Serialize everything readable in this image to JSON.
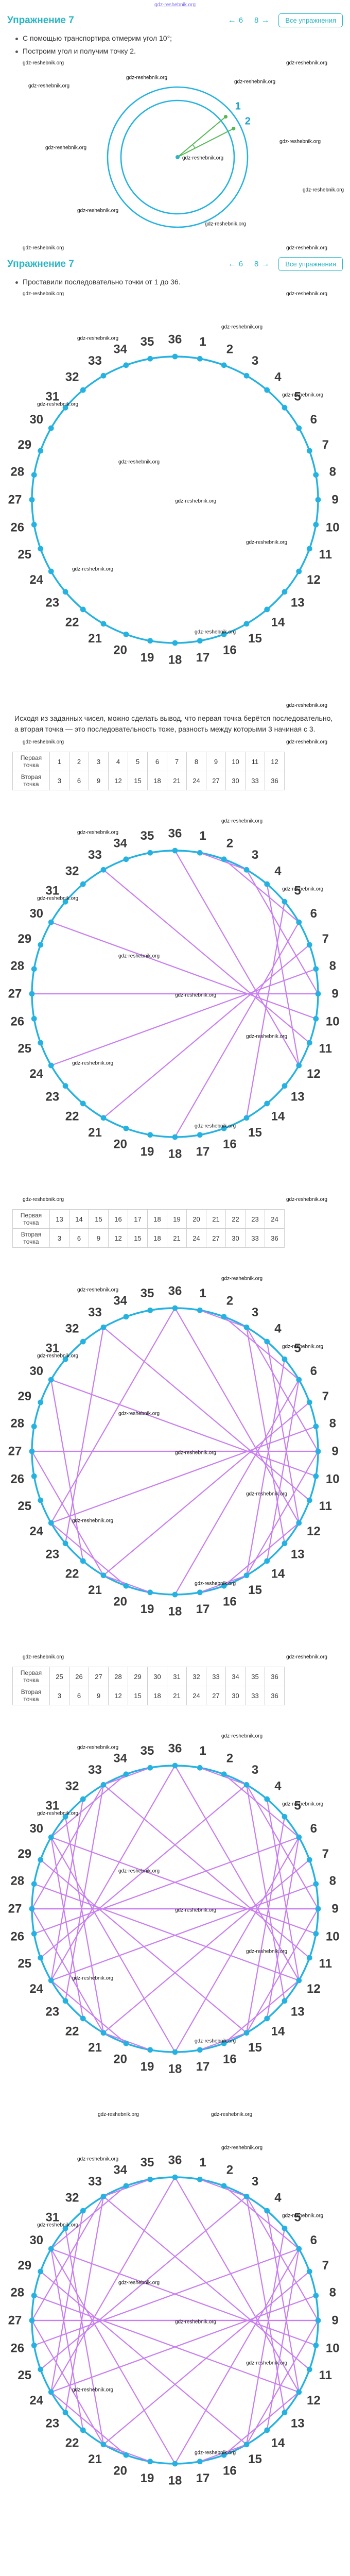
{
  "watermark": "gdz-reshebnik.org",
  "header": {
    "title": "Упражнение 7",
    "prev": "6",
    "next": "8",
    "all_exercises": "Все упражнения"
  },
  "section1": {
    "steps": [
      "С помощью транспортира отмерим угол 10°;",
      "Построим угол и получим точку 2."
    ]
  },
  "section2": {
    "step": "Проставили последовательно точки от 1 до 36.",
    "explanation": "Исходя из заданных чисел, можно сделать вывод, что первая точка берётся последовательно, а вторая точка — это последовательность тоже, разность между которыми 3 начиная с 3."
  },
  "tables": [
    {
      "row1_label": "Первая точка",
      "row2_label": "Вторая точка",
      "first": [
        1,
        2,
        3,
        4,
        5,
        6,
        7,
        8,
        9,
        10,
        11,
        12
      ],
      "second": [
        3,
        6,
        9,
        12,
        15,
        18,
        21,
        24,
        27,
        30,
        33,
        36
      ]
    },
    {
      "row1_label": "Первая точка",
      "row2_label": "Вторая точка",
      "first": [
        13,
        14,
        15,
        16,
        17,
        18,
        19,
        20,
        21,
        22,
        23,
        24
      ],
      "second": [
        3,
        6,
        9,
        12,
        15,
        18,
        21,
        24,
        27,
        30,
        33,
        36
      ]
    },
    {
      "row1_label": "Первая точка",
      "row2_label": "Вторая точка",
      "first": [
        25,
        26,
        27,
        28,
        29,
        30,
        31,
        32,
        33,
        34,
        35,
        36
      ],
      "second": [
        3,
        6,
        9,
        12,
        15,
        18,
        21,
        24,
        27,
        30,
        33,
        36
      ]
    }
  ],
  "colors": {
    "accent_teal": "#2ab5c5",
    "circle_cyan": "#25b2e0",
    "chord_purple": "#c87ef0",
    "green": "#54b954",
    "number_text": "#3a3a3a",
    "watermark_black": "#111111"
  },
  "chart_data": [
    {
      "type": "diagram",
      "subtype": "angle-construction",
      "circles": 2,
      "angle_deg": 10,
      "point_labels": [
        "1",
        "2"
      ]
    },
    {
      "type": "diagram",
      "subtype": "numbered-circle",
      "points": 36,
      "point_labels_range": [
        1,
        36
      ]
    },
    {
      "type": "diagram",
      "subtype": "chord-circle",
      "points": 36,
      "pairs": [
        [
          1,
          3
        ],
        [
          2,
          6
        ],
        [
          3,
          9
        ],
        [
          4,
          12
        ],
        [
          5,
          15
        ],
        [
          6,
          18
        ],
        [
          7,
          21
        ],
        [
          8,
          24
        ],
        [
          9,
          27
        ],
        [
          10,
          30
        ],
        [
          11,
          33
        ],
        [
          12,
          36
        ]
      ]
    },
    {
      "type": "diagram",
      "subtype": "chord-circle",
      "points": 36,
      "pairs": [
        [
          1,
          3
        ],
        [
          2,
          6
        ],
        [
          3,
          9
        ],
        [
          4,
          12
        ],
        [
          5,
          15
        ],
        [
          6,
          18
        ],
        [
          7,
          21
        ],
        [
          8,
          24
        ],
        [
          9,
          27
        ],
        [
          10,
          30
        ],
        [
          11,
          33
        ],
        [
          12,
          36
        ],
        [
          13,
          3
        ],
        [
          14,
          6
        ],
        [
          15,
          9
        ],
        [
          16,
          12
        ],
        [
          17,
          15
        ],
        [
          18,
          18
        ],
        [
          19,
          21
        ],
        [
          20,
          24
        ],
        [
          21,
          27
        ],
        [
          22,
          30
        ],
        [
          23,
          33
        ],
        [
          24,
          36
        ]
      ]
    },
    {
      "type": "diagram",
      "subtype": "chord-circle",
      "points": 36,
      "pairs": [
        [
          1,
          3
        ],
        [
          2,
          6
        ],
        [
          3,
          9
        ],
        [
          4,
          12
        ],
        [
          5,
          15
        ],
        [
          6,
          18
        ],
        [
          7,
          21
        ],
        [
          8,
          24
        ],
        [
          9,
          27
        ],
        [
          10,
          30
        ],
        [
          11,
          33
        ],
        [
          12,
          36
        ],
        [
          13,
          3
        ],
        [
          14,
          6
        ],
        [
          15,
          9
        ],
        [
          16,
          12
        ],
        [
          17,
          15
        ],
        [
          18,
          18
        ],
        [
          19,
          21
        ],
        [
          20,
          24
        ],
        [
          21,
          27
        ],
        [
          22,
          30
        ],
        [
          23,
          33
        ],
        [
          24,
          36
        ],
        [
          25,
          3
        ],
        [
          26,
          6
        ],
        [
          27,
          9
        ],
        [
          28,
          12
        ],
        [
          29,
          15
        ],
        [
          30,
          18
        ],
        [
          31,
          21
        ],
        [
          32,
          24
        ],
        [
          33,
          27
        ],
        [
          34,
          30
        ],
        [
          35,
          33
        ],
        [
          36,
          36
        ]
      ]
    },
    {
      "type": "diagram",
      "subtype": "chord-circle",
      "points": 36,
      "pairs": [
        [
          1,
          3
        ],
        [
          2,
          6
        ],
        [
          3,
          9
        ],
        [
          4,
          12
        ],
        [
          5,
          15
        ],
        [
          6,
          18
        ],
        [
          7,
          21
        ],
        [
          8,
          24
        ],
        [
          9,
          27
        ],
        [
          10,
          30
        ],
        [
          11,
          33
        ],
        [
          12,
          36
        ],
        [
          13,
          3
        ],
        [
          14,
          6
        ],
        [
          15,
          9
        ],
        [
          16,
          12
        ],
        [
          17,
          15
        ],
        [
          18,
          18
        ],
        [
          19,
          21
        ],
        [
          20,
          24
        ],
        [
          21,
          27
        ],
        [
          22,
          30
        ],
        [
          23,
          33
        ],
        [
          24,
          36
        ],
        [
          25,
          3
        ],
        [
          26,
          6
        ],
        [
          27,
          9
        ],
        [
          28,
          12
        ],
        [
          29,
          15
        ],
        [
          30,
          18
        ],
        [
          31,
          21
        ],
        [
          32,
          24
        ],
        [
          33,
          27
        ],
        [
          34,
          30
        ],
        [
          35,
          33
        ],
        [
          36,
          36
        ]
      ]
    }
  ]
}
